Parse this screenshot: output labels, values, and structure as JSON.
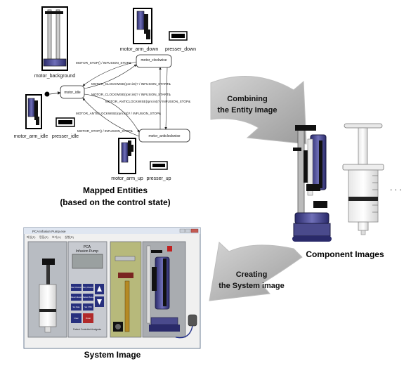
{
  "entities": {
    "motor_background": "motor_background",
    "motor_arm_down": "motor_arm_down",
    "presser_down": "presser_down",
    "motor_arm_idle": "motor_arm_idle",
    "presser_idle": "presser_idle",
    "motor_arm_up": "motor_arm_up",
    "presser_up": "presser_up"
  },
  "states": {
    "idle": "motor_idle",
    "clockwise": "motor_clockwise",
    "anticlockwise": "motor_anticlockwise"
  },
  "transitions": {
    "t1": "MOTOR_STOP() / INFUSION_STOP&",
    "t2": "MOTOR_CLOCKWISE(rpm:int)? / INFUSION_START&",
    "t3": "MOTOR_CLOCKWISE(rpm:int)? / INFUSION_START&",
    "t4": "MOTOR_ANTICLOCKWISE(rpm:int)? / INFUSION_STOP&",
    "t5": "MOTOR_ANTICLOCKWISE(rpm:int)? / INFUSION_STOP&",
    "t6": "MOTOR_STOP() / INFUSION_STOP&"
  },
  "captions": {
    "mapped_1": "Mapped Entities",
    "mapped_2": "(based on the control state)",
    "component": "Component Images",
    "system": "System Image",
    "ellipsis": ". . ."
  },
  "arrows": {
    "combining_1": "Combining",
    "combining_2": "the Entity Image",
    "creating_1": "Creating",
    "creating_2": "the System image"
  },
  "app": {
    "title": "PCA Infusion Pump.exe",
    "menu": [
      "파일(F)",
      "편집(E)",
      "보기(V)",
      "실행(R)"
    ],
    "pump_title_1": "PCA",
    "pump_title_2": "Infusion Pump",
    "keys": [
      "Start Infusion",
      "Stop Infusion",
      "Bolus Infusion",
      "Patient Bolus",
      "Set Rate",
      "Set VTBI",
      "Clear",
      "Power"
    ],
    "status": "Patient Controlled Analgesia"
  }
}
